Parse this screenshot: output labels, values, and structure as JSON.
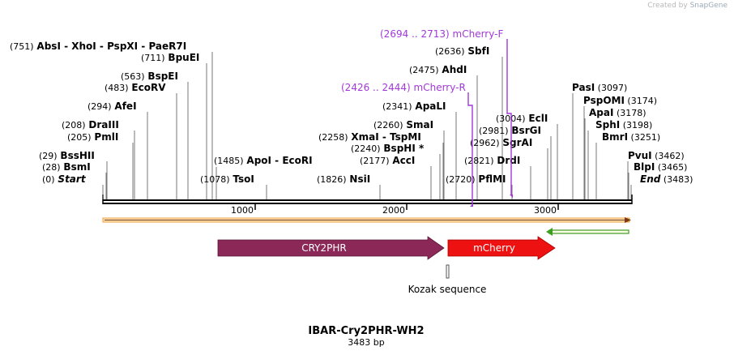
{
  "credit": {
    "prefix": "Created by",
    "brand": "SnapGene"
  },
  "map": {
    "name": "IBAR-Cry2PHR-WH2",
    "length_label": "3483 bp",
    "scale_ticks": [
      "1000",
      "2000",
      "3000"
    ],
    "sites": [
      {
        "pos": "(751)",
        "label": "AbsI",
        "extra": [
          " - XhoI",
          " - PspXI",
          " - PaeR7I"
        ]
      },
      {
        "pos": "(711)",
        "label": "BpuEI"
      },
      {
        "pos": "(563)",
        "label": "BspEI"
      },
      {
        "pos": "(483)",
        "label": "EcoRV"
      },
      {
        "pos": "(294)",
        "label": "AfeI"
      },
      {
        "pos": "(208)",
        "label": "DraIII"
      },
      {
        "pos": "(205)",
        "label": "PmlI"
      },
      {
        "pos": "(29)",
        "label": "BssHII"
      },
      {
        "pos": "(28)",
        "label": "BsmI"
      },
      {
        "pos": "(0)",
        "label": "Start",
        "italic": true
      },
      {
        "pos": "(1485)",
        "label": "ApoI",
        "extra": [
          " - EcoRI"
        ]
      },
      {
        "pos": "(1078)",
        "label": "TsoI"
      },
      {
        "pos": "(1826)",
        "label": "NsiI"
      },
      {
        "pos": "(2636)",
        "label": "SbfI"
      },
      {
        "pos": "(2475)",
        "label": "AhdI"
      },
      {
        "pos": "(2341)",
        "label": "ApaLI"
      },
      {
        "pos": "(2260)",
        "label": "SmaI"
      },
      {
        "pos": "(2258)",
        "label": "XmaI",
        "extra": [
          " - TspMI"
        ]
      },
      {
        "pos": "(2240)",
        "label": "BspHI *"
      },
      {
        "pos": "(2177)",
        "label": "AccI"
      },
      {
        "pos": "(2720)",
        "label": "PflMI"
      },
      {
        "pos": "(3004)",
        "label": "EclI",
        "pos_first": true
      },
      {
        "pos": "(2981)",
        "label": "BsrGI",
        "pos_first": true
      },
      {
        "pos": "(2962)",
        "label": "SgrAI",
        "pos_first": true
      },
      {
        "pos": "(2821)",
        "label": "DrdI",
        "pos_first": true
      },
      {
        "pos": "(3097)",
        "label": "PasI"
      },
      {
        "pos": "(3174)",
        "label": "PspOMI"
      },
      {
        "pos": "(3178)",
        "label": "ApaI"
      },
      {
        "pos": "(3198)",
        "label": "SphI"
      },
      {
        "pos": "(3251)",
        "label": "BmrI"
      },
      {
        "pos": "(3462)",
        "label": "PvuI"
      },
      {
        "pos": "(3465)",
        "label": "BlpI"
      },
      {
        "pos": "(3483)",
        "label": "End",
        "italic": true
      }
    ],
    "primers": [
      {
        "pos": "(2694 .. 2713)",
        "label": "mCherry-F"
      },
      {
        "pos": "(2426 .. 2444)",
        "label": "mCherry-R"
      }
    ],
    "features": [
      {
        "label": "CRY2PHR",
        "color": "#8b2857",
        "text_color": "#ffffff"
      },
      {
        "label": "mCherry",
        "color": "#ee1111",
        "text_color": "#ffffff"
      },
      {
        "label": "Kozak sequence",
        "color": "#888888",
        "text_color": "#000000"
      }
    ],
    "colors": {
      "primer": "#a238d8",
      "orf_band": "#f0a040",
      "green_arrow": "#3c9d1f"
    }
  }
}
